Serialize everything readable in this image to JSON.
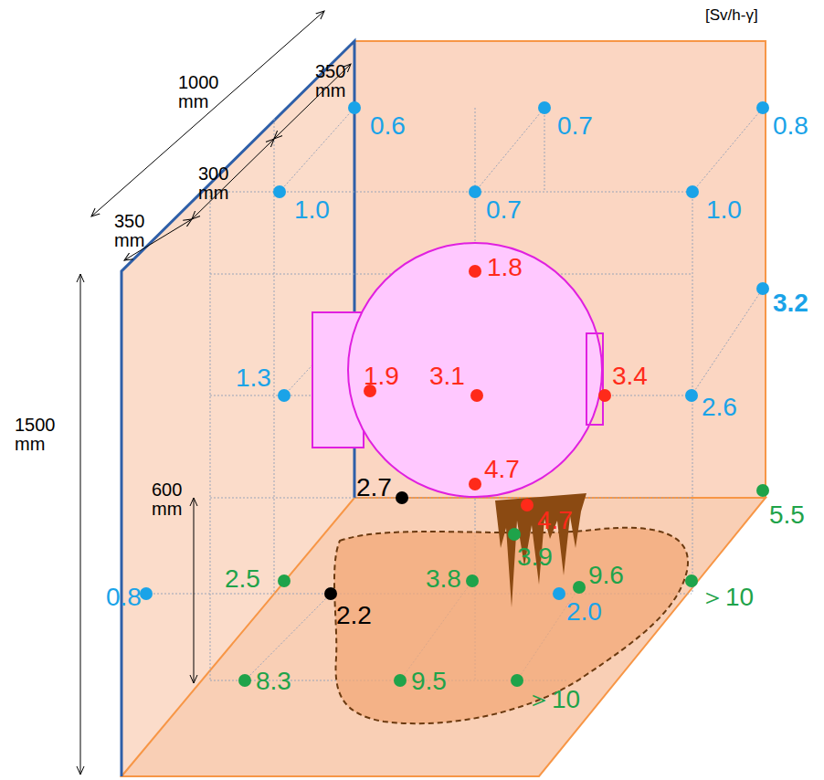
{
  "diagram": {
    "nodes": [
      {
        "text": [
          "1.8",
          "1.9",
          "3.1",
          "3.4",
          "4.7"
        ]
      }
    ],
    "labels": [
      "[Sv/h-γ]",
      "1000 mm",
      "350 mm",
      "300 mm",
      "350 mm",
      "1500 mm",
      "600 mm",
      "0.6",
      "0.7",
      "0.8",
      "1.0",
      "0.7",
      "1.0",
      "3.2",
      "1.3",
      "2.6",
      "0.8",
      "2.0",
      "4.7",
      "2.7",
      "2.2",
      "5.5",
      "2.5",
      "3.8",
      "3.9",
      "9.6",
      "＞10",
      "8.3",
      "9.5",
      "＞10"
    ]
  }
}
